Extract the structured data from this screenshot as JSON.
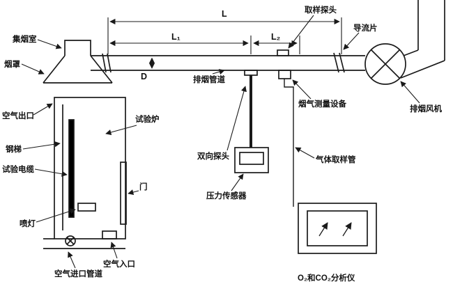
{
  "diagram": {
    "labels": {
      "smoke_chamber": "集烟室",
      "smoke_hood": "烟罩",
      "air_outlet": "空气出口",
      "steel_ladder": "钢梯",
      "test_cable": "试验电缆",
      "test_furnace": "试验炉",
      "door": "门",
      "burner": "喷灯",
      "air_inlet_duct": "空气进口管道",
      "air_inlet": "空气入口",
      "exhaust_duct": "排烟管道",
      "bidirectional_probe": "双向探头",
      "pressure_sensor": "压力传感器",
      "sampling_probe": "取样探头",
      "guide_vane": "导流片",
      "flue_gas_measuring_device": "烟气测量设备",
      "gas_sampling_tube": "气体取样管",
      "exhaust_fan": "排烟风机",
      "o2_co2_analyzer": "O₂和CO₂分析仪"
    },
    "dimension_labels": {
      "total_length": "L",
      "length_1": "L₁",
      "length_2": "L₂",
      "diameter": "D"
    },
    "colors": {
      "line": "#1a1a1a",
      "background": "#ffffff",
      "solid_fill": "#000000"
    }
  }
}
